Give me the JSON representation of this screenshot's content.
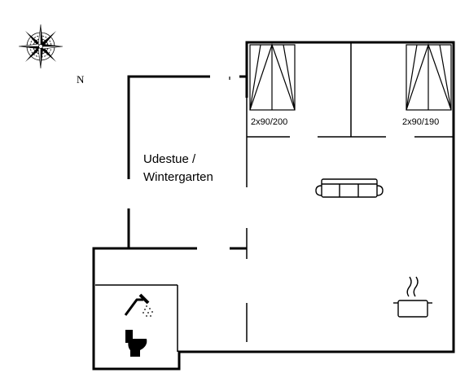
{
  "compass": {
    "icon": "compass-rose-icon",
    "north_label": "N"
  },
  "rooms": {
    "sunroom_line1": "Udestue /",
    "sunroom_line2": "Wintergarten"
  },
  "beds": {
    "left_bed": "2x90/200",
    "right_bed": "2x90/190"
  },
  "icons": [
    "sofa-icon",
    "cooking-pot-icon",
    "shower-icon",
    "toilet-icon",
    "bed-icon"
  ]
}
